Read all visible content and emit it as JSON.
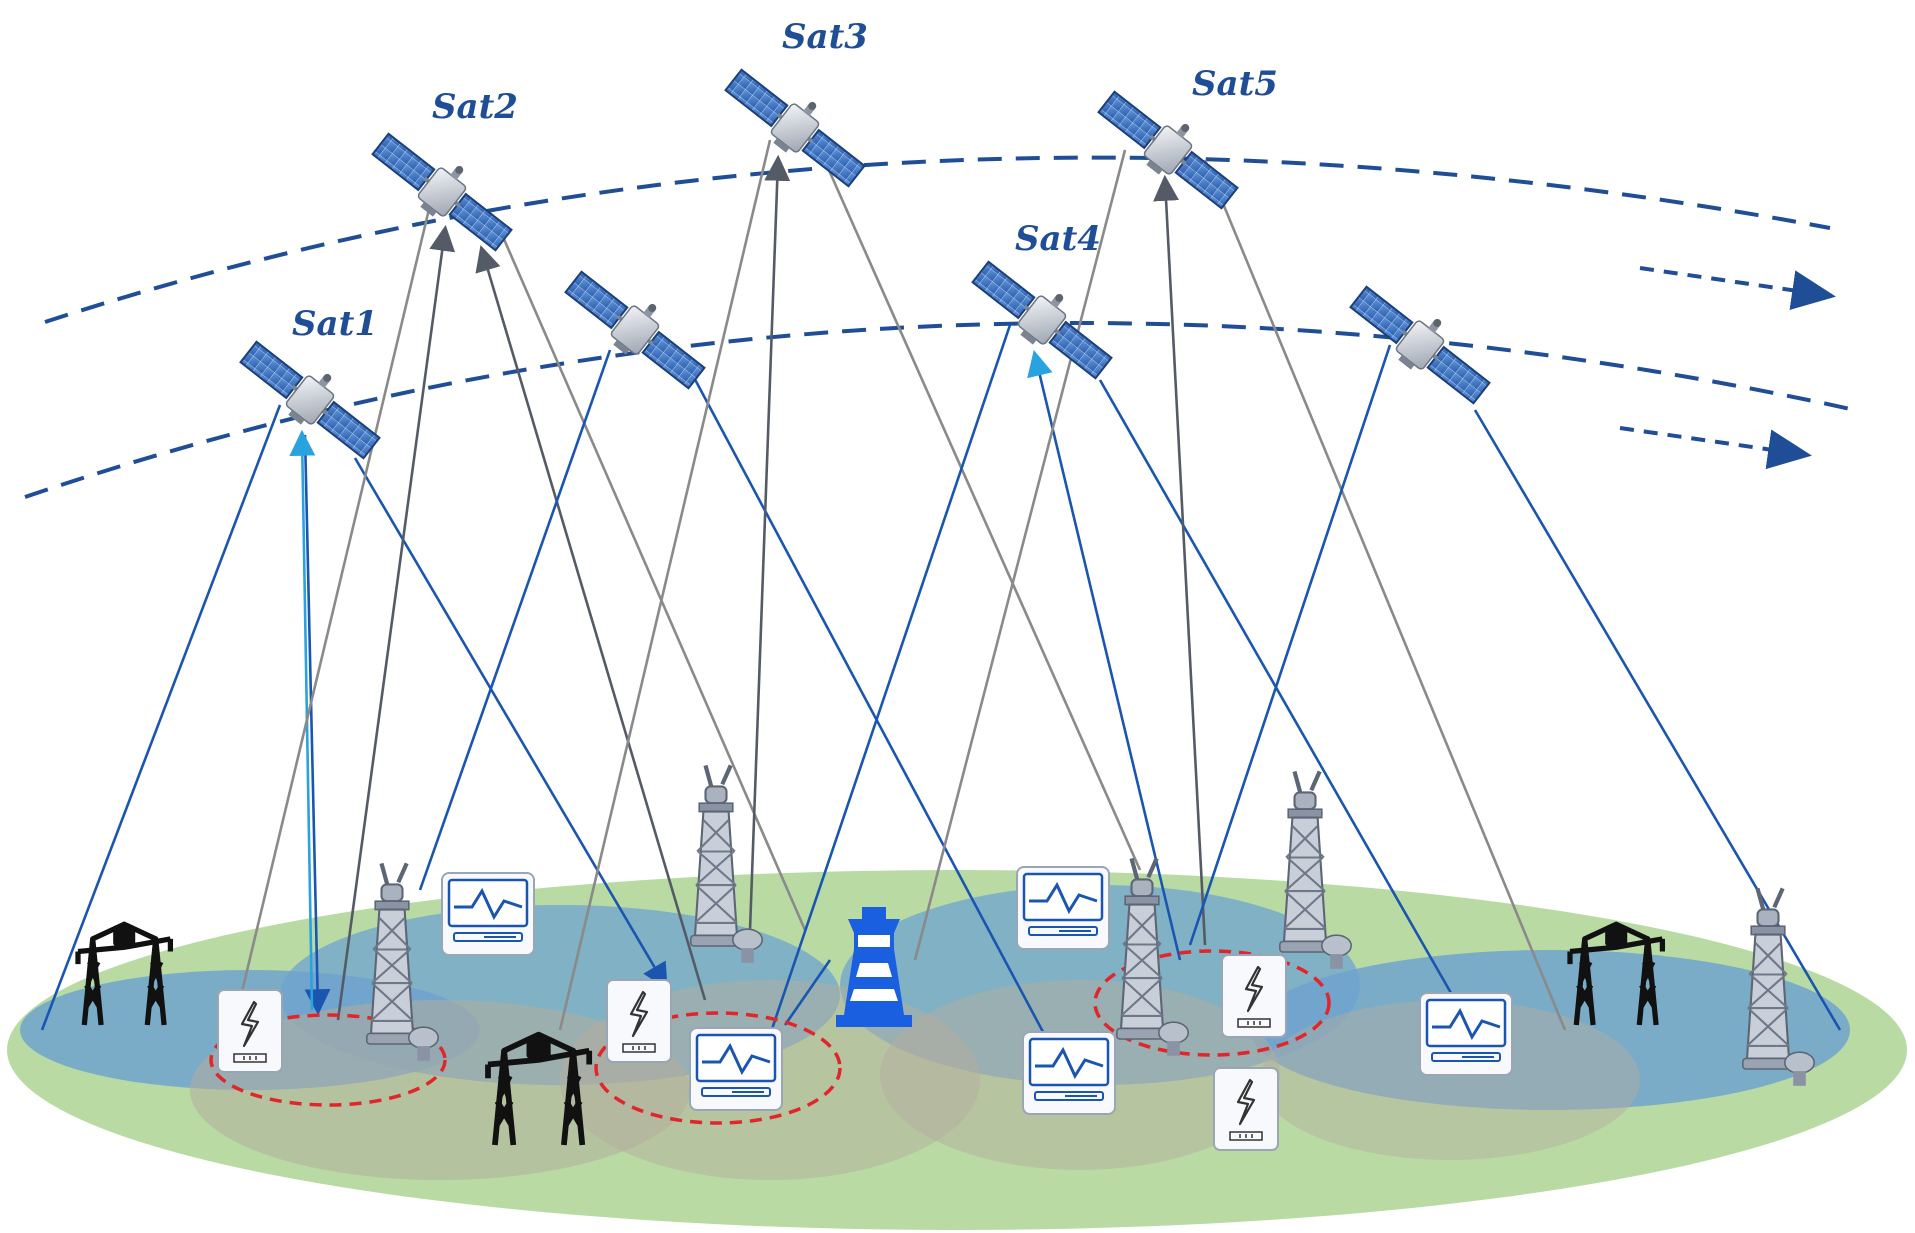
{
  "satellites": [
    {
      "label": "Sat1"
    },
    {
      "label": "Sat2"
    },
    {
      "label": "Sat3"
    },
    {
      "label": "Sat4"
    },
    {
      "label": "Sat5"
    },
    {
      "label": ""
    },
    {
      "label": ""
    }
  ],
  "colors": {
    "orbit": "#1f4e96",
    "uplink": "#1a56b0",
    "relay": "#8a8a8a",
    "ground_outer": "#b9dba3",
    "coverage": "#6fa3cf",
    "cluster_ring": "#e0262b",
    "hub": "#1a5fe0"
  },
  "icons": {
    "satellite": "satellite-icon",
    "power_pylon": "power-pylon-icon",
    "telecom_tower": "telecom-tower-icon",
    "monitor_terminal": "monitor-terminal-icon",
    "power_terminal": "power-terminal-icon",
    "lighthouse_hub": "lighthouse-hub-icon"
  }
}
